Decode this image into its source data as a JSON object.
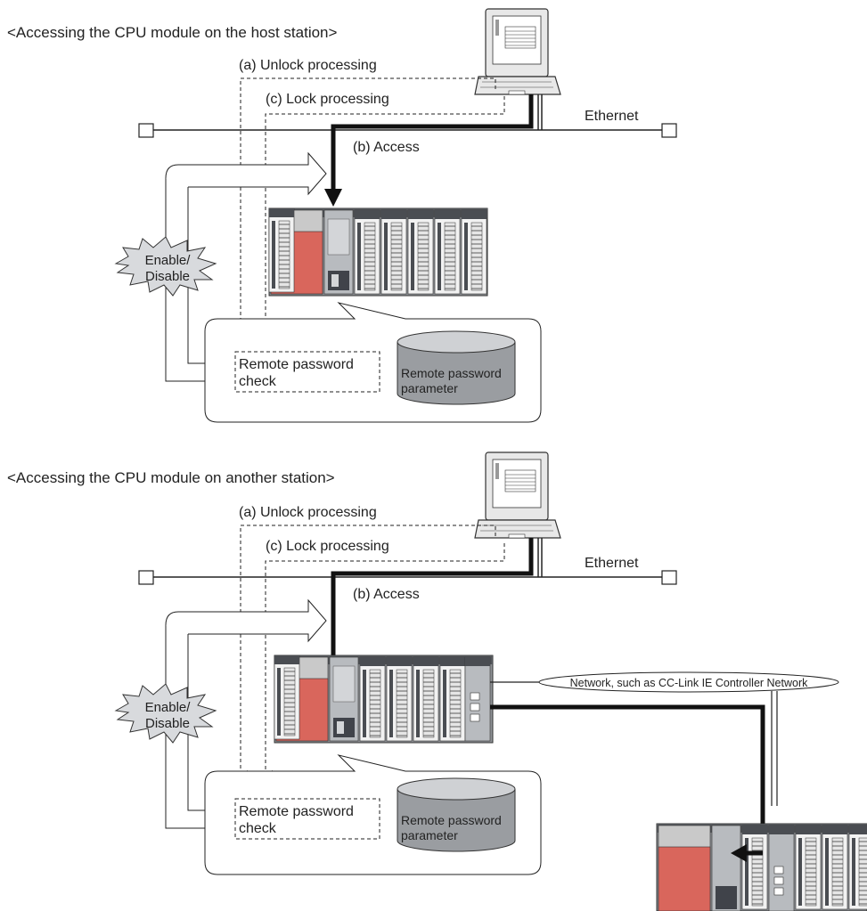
{
  "panels": [
    {
      "heading": "<Accessing the CPU module on the host station>",
      "unlock_label": "(a) Unlock processing",
      "lock_label": "(c) Lock processing",
      "access_label": "(b) Access",
      "ethernet_label": "Ethernet",
      "enable_line1": "Enable/",
      "enable_line2": "Disable",
      "check_line1": "Remote password",
      "check_line2": "check",
      "param_line1": "Remote password",
      "param_line2": "parameter"
    },
    {
      "heading": "<Accessing the CPU module on another station>",
      "unlock_label": "(a) Unlock processing",
      "lock_label": "(c) Lock processing",
      "access_label": "(b) Access",
      "ethernet_label": "Ethernet",
      "enable_line1": "Enable/",
      "enable_line2": "Disable",
      "check_line1": "Remote password",
      "check_line2": "check",
      "param_line1": "Remote password",
      "param_line2": "parameter",
      "network_label": "Network, such as CC-Link IE Controller Network"
    }
  ],
  "colors": {
    "cpu_red": "#d9665c",
    "module_dark": "#4a4d52",
    "module_light": "#b8bbbf",
    "cylinder": "#9a9da1"
  }
}
